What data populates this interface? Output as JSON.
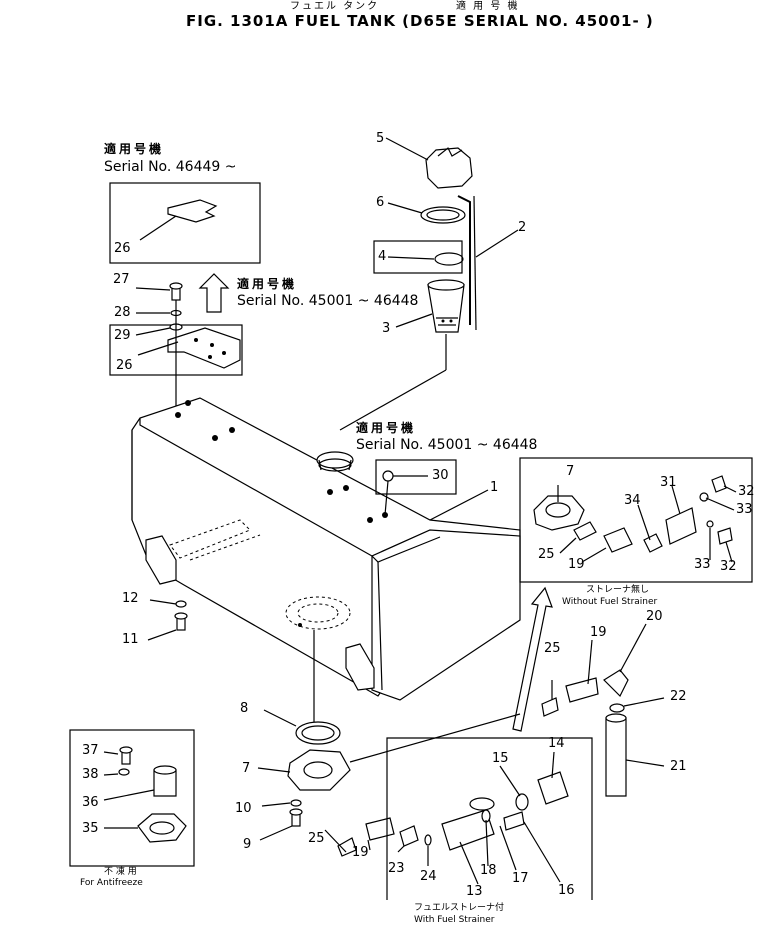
{
  "header": {
    "jp_fuel_tank": "フュエル タンク",
    "jp_applicable": "適 用 号 機",
    "title": "FIG. 1301A   FUEL TANK (D65E SERIAL NO. 45001- )"
  },
  "serial_notes": {
    "jp_applicable": "適用号機",
    "note_46449": "Serial No. 46449 ~",
    "note_45001_a": "Serial No. 45001 ~  46448",
    "note_45001_b": "Serial No. 45001 ~  46448"
  },
  "captions": {
    "without_jp": "ストレーナ無し",
    "without_en": "Without Fuel Strainer",
    "with_jp": "フュエルストレーナ付",
    "with_en": "With Fuel Strainer",
    "antifreeze_jp": "不 凍 用",
    "antifreeze_en": "For Antifreeze"
  },
  "callouts": [
    "1",
    "2",
    "3",
    "4",
    "5",
    "6",
    "7",
    "7",
    "7",
    "8",
    "9",
    "10",
    "11",
    "12",
    "13",
    "14",
    "15",
    "16",
    "17",
    "18",
    "19",
    "19",
    "19",
    "20",
    "21",
    "22",
    "23",
    "24",
    "25",
    "25",
    "25",
    "26",
    "26",
    "27",
    "28",
    "29",
    "30",
    "31",
    "32",
    "32",
    "33",
    "33",
    "34",
    "35",
    "36",
    "37",
    "38"
  ]
}
